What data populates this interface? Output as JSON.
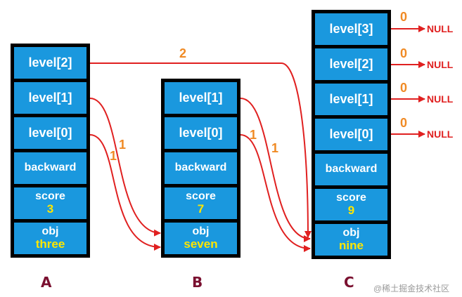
{
  "nodes": [
    {
      "id": "A",
      "label": "A",
      "levels": [
        "level[2]",
        "level[1]",
        "level[0]"
      ],
      "backward": "backward",
      "score_label": "score",
      "score": "3",
      "obj_label": "obj",
      "obj": "three"
    },
    {
      "id": "B",
      "label": "B",
      "levels": [
        "level[1]",
        "level[0]"
      ],
      "backward": "backward",
      "score_label": "score",
      "score": "7",
      "obj_label": "obj",
      "obj": "seven"
    },
    {
      "id": "C",
      "label": "C",
      "levels": [
        "level[3]",
        "level[2]",
        "level[1]",
        "level[0]"
      ],
      "backward": "backward",
      "score_label": "score",
      "score": "9",
      "obj_label": "obj",
      "obj": "nine"
    }
  ],
  "links": [
    {
      "from": "A.level[2]",
      "to": "C",
      "span": "2"
    },
    {
      "from": "A.level[1]",
      "to": "B",
      "span": "1"
    },
    {
      "from": "A.level[0]",
      "to": "B",
      "span": "1"
    },
    {
      "from": "B.level[1]",
      "to": "C",
      "span": "1"
    },
    {
      "from": "B.level[0]",
      "to": "C",
      "span": "1"
    },
    {
      "from": "C.level[3]",
      "to": "NULL",
      "span": "0"
    },
    {
      "from": "C.level[2]",
      "to": "NULL",
      "span": "0"
    },
    {
      "from": "C.level[1]",
      "to": "NULL",
      "span": "0"
    },
    {
      "from": "C.level[0]",
      "to": "NULL",
      "span": "0"
    }
  ],
  "null_text": "NULL",
  "watermark": "@稀土掘金技术社区",
  "colors": {
    "cell_fill": "#1a98de",
    "cell_text": "#ffffff",
    "value_text": "#ffe600",
    "border": "#000000",
    "arrow": "#e02020",
    "span_text": "#f08a24"
  }
}
